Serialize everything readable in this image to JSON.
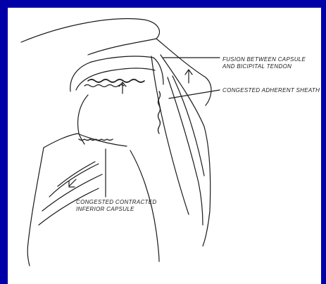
{
  "annotations": {
    "fusion_line1": "FUSION BETWEEN CAPSULE",
    "fusion_line2": "AND BICIPITAL TENDON",
    "sheath": "CONGESTED ADHERENT SHEATH",
    "inferior_line1": "CONGESTED CONTRACTED",
    "inferior_line2": "INFERIOR CAPSULE"
  },
  "colors": {
    "slide_background": "#0000a8",
    "panel_background": "#ffffff",
    "ink": "#1a1a1a"
  }
}
